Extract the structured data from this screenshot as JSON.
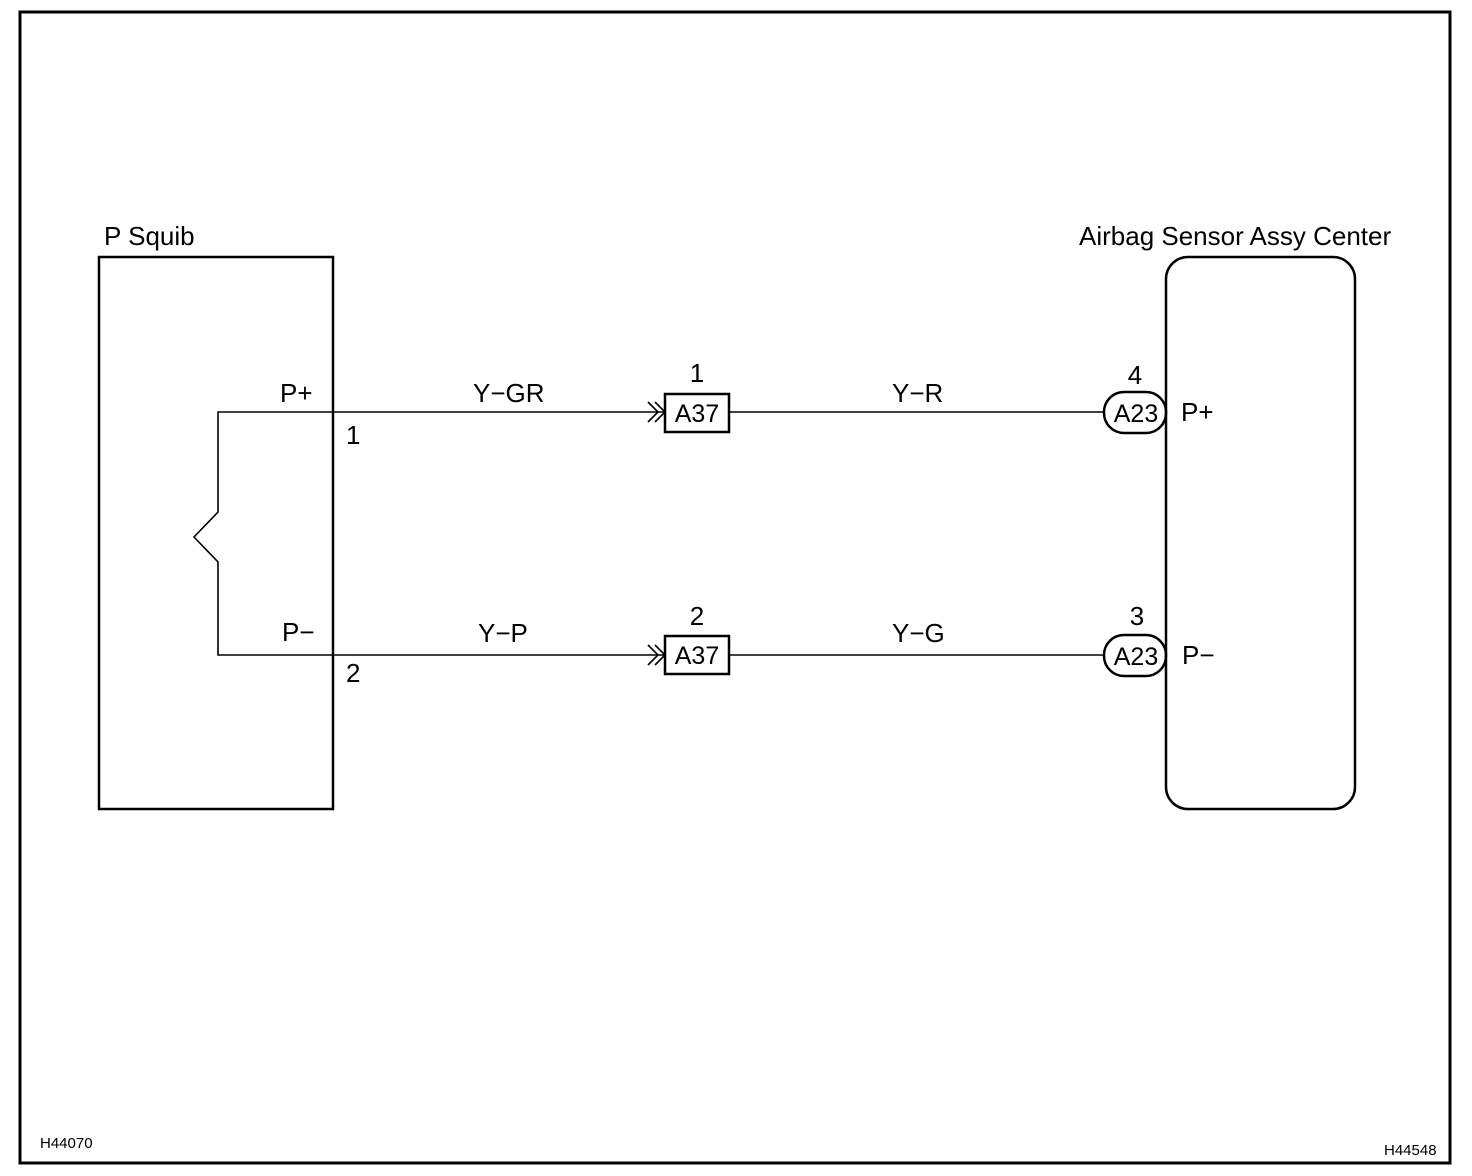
{
  "left_component": {
    "name": "P Squib",
    "pins": [
      {
        "terminal": "P+",
        "number": "1"
      },
      {
        "terminal": "P−",
        "number": "2"
      }
    ]
  },
  "right_component": {
    "name": "Airbag Sensor Assy Center",
    "pins": [
      {
        "terminal": "P+",
        "number": "4",
        "connector": "A23"
      },
      {
        "terminal": "P−",
        "number": "3",
        "connector": "A23"
      }
    ]
  },
  "circuits": [
    {
      "wire_left": "Y−GR",
      "junction": {
        "pin": "1",
        "connector": "A37"
      },
      "wire_right": "Y−R"
    },
    {
      "wire_left": "Y−P",
      "junction": {
        "pin": "2",
        "connector": "A37"
      },
      "wire_right": "Y−G"
    }
  ],
  "figure_codes": {
    "left": "H44070",
    "right": "H44548"
  }
}
